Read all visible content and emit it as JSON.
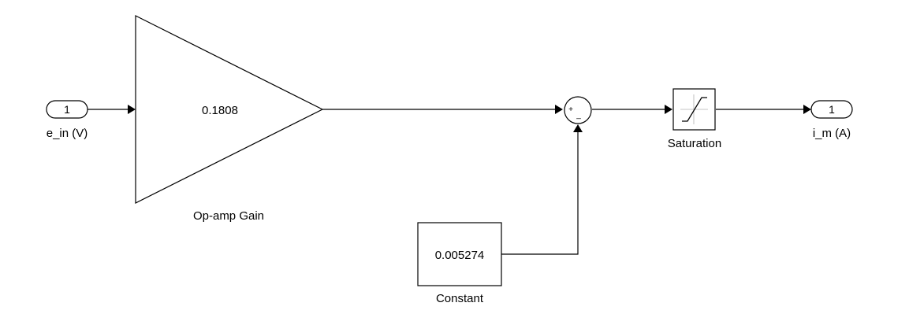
{
  "inport": {
    "number": "1",
    "label": "e_in (V)"
  },
  "gain": {
    "value": "0.1808",
    "label": "Op-amp Gain"
  },
  "sum": {
    "plus_sign": "+",
    "minus_sign": "_"
  },
  "constant": {
    "value": "0.005274",
    "label": "Constant"
  },
  "saturation": {
    "label": "Saturation"
  },
  "outport": {
    "number": "1",
    "label": "i_m (A)"
  }
}
